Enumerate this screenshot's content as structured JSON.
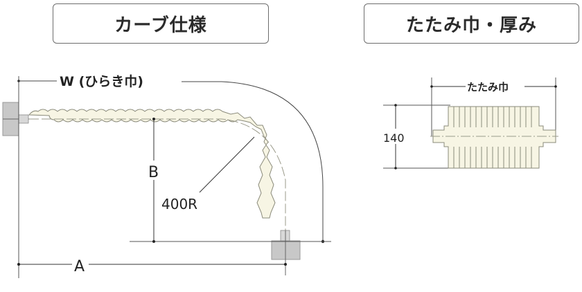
{
  "headers": {
    "curve_spec": "カーブ仕様",
    "fold_width_thickness": "たたみ巾・厚み"
  },
  "curve_diagram": {
    "width_label": "W (ひらき巾)",
    "dim_a": "A",
    "dim_b": "B",
    "radius": "400R"
  },
  "fold_diagram": {
    "fold_width_label": "たたみ巾",
    "thickness": "140"
  },
  "colors": {
    "hose_fill": "#f7f5e4",
    "block_fill": "#c8c8c8",
    "line": "#333333",
    "border": "#6d6d6d"
  }
}
